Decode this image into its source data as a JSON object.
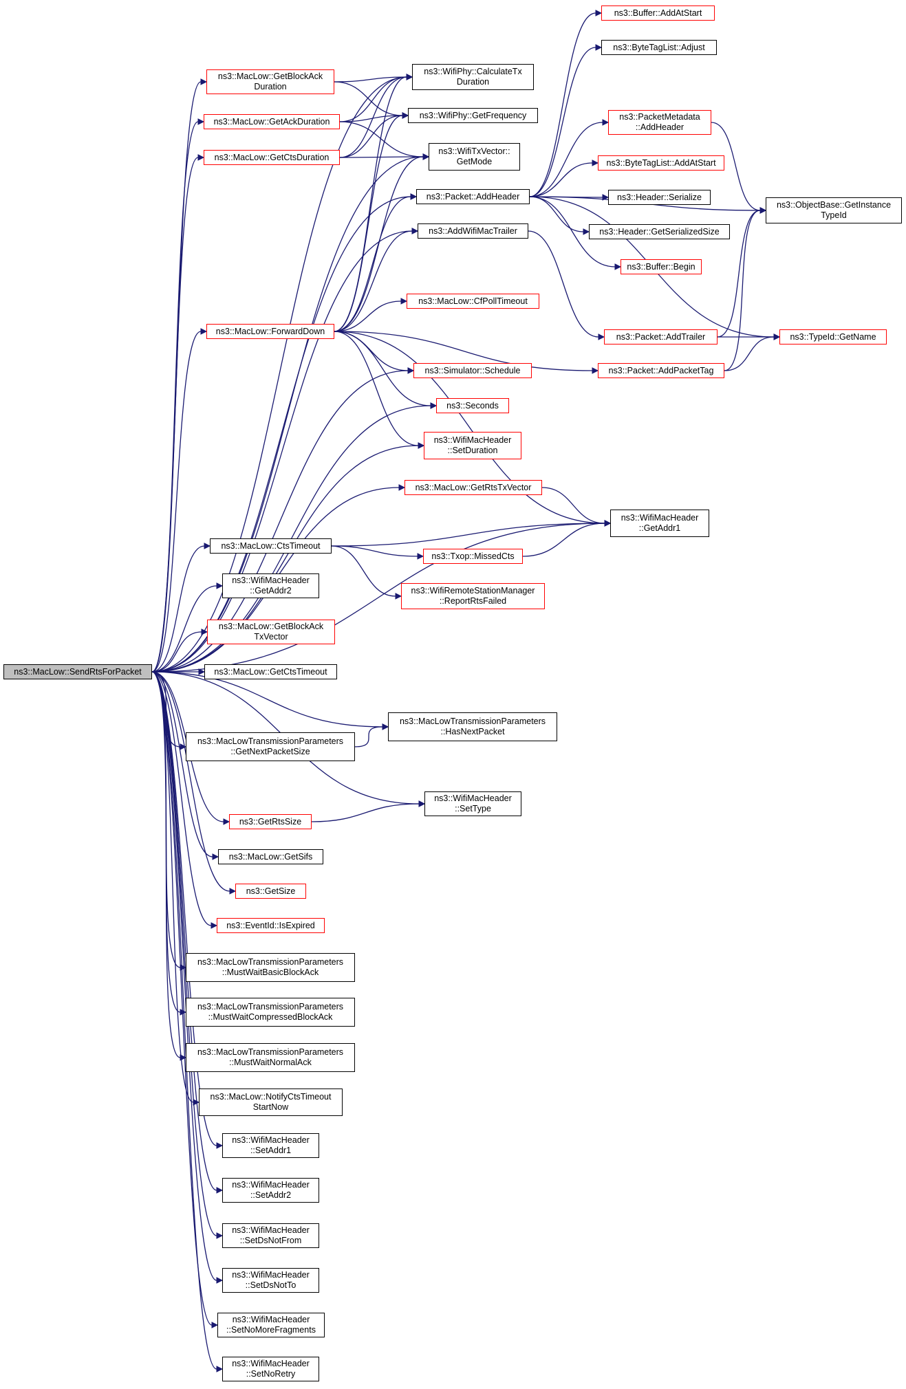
{
  "colors": {
    "edge": "#191970",
    "border_default": "#000000",
    "border_red": "#ff0000",
    "root_fill": "#bfbfbf"
  },
  "nodes": [
    {
      "id": "root",
      "lines": [
        "ns3::MacLow::SendRtsForPacket"
      ],
      "border": "black",
      "root": true
    },
    {
      "id": "getBlockAckDuration",
      "lines": [
        "ns3::MacLow::GetBlockAck",
        "Duration"
      ],
      "border": "red"
    },
    {
      "id": "getAckDuration",
      "lines": [
        "ns3::MacLow::GetAckDuration"
      ],
      "border": "red"
    },
    {
      "id": "getCtsDuration",
      "lines": [
        "ns3::MacLow::GetCtsDuration"
      ],
      "border": "red"
    },
    {
      "id": "forwardDown",
      "lines": [
        "ns3::MacLow::ForwardDown"
      ],
      "border": "red"
    },
    {
      "id": "ctsTimeout",
      "lines": [
        "ns3::MacLow::CtsTimeout"
      ],
      "border": "black"
    },
    {
      "id": "getAddr2",
      "lines": [
        "ns3::WifiMacHeader",
        "::GetAddr2"
      ],
      "border": "black"
    },
    {
      "id": "getBlockAckTxVector",
      "lines": [
        "ns3::MacLow::GetBlockAck",
        "TxVector"
      ],
      "border": "red"
    },
    {
      "id": "getCtsTimeout",
      "lines": [
        "ns3::MacLow::GetCtsTimeout"
      ],
      "border": "black"
    },
    {
      "id": "getNextPacketSize",
      "lines": [
        "ns3::MacLowTransmissionParameters",
        "::GetNextPacketSize"
      ],
      "border": "black"
    },
    {
      "id": "getRtsSize",
      "lines": [
        "ns3::GetRtsSize"
      ],
      "border": "red"
    },
    {
      "id": "getSifs",
      "lines": [
        "ns3::MacLow::GetSifs"
      ],
      "border": "black"
    },
    {
      "id": "getSize",
      "lines": [
        "ns3::GetSize"
      ],
      "border": "red"
    },
    {
      "id": "isExpired",
      "lines": [
        "ns3::EventId::IsExpired"
      ],
      "border": "red"
    },
    {
      "id": "mustWaitBasic",
      "lines": [
        "ns3::MacLowTransmissionParameters",
        "::MustWaitBasicBlockAck"
      ],
      "border": "black"
    },
    {
      "id": "mustWaitCompressed",
      "lines": [
        "ns3::MacLowTransmissionParameters",
        "::MustWaitCompressedBlockAck"
      ],
      "border": "black"
    },
    {
      "id": "mustWaitNormal",
      "lines": [
        "ns3::MacLowTransmissionParameters",
        "::MustWaitNormalAck"
      ],
      "border": "black"
    },
    {
      "id": "notifyCtsTimeout",
      "lines": [
        "ns3::MacLow::NotifyCtsTimeout",
        "StartNow"
      ],
      "border": "black"
    },
    {
      "id": "setAddr1",
      "lines": [
        "ns3::WifiMacHeader",
        "::SetAddr1"
      ],
      "border": "black"
    },
    {
      "id": "setAddr2",
      "lines": [
        "ns3::WifiMacHeader",
        "::SetAddr2"
      ],
      "border": "black"
    },
    {
      "id": "setDsNotFrom",
      "lines": [
        "ns3::WifiMacHeader",
        "::SetDsNotFrom"
      ],
      "border": "black"
    },
    {
      "id": "setDsNotTo",
      "lines": [
        "ns3::WifiMacHeader",
        "::SetDsNotTo"
      ],
      "border": "black"
    },
    {
      "id": "setNoMoreFragments",
      "lines": [
        "ns3::WifiMacHeader",
        "::SetNoMoreFragments"
      ],
      "border": "black"
    },
    {
      "id": "setNoRetry",
      "lines": [
        "ns3::WifiMacHeader",
        "::SetNoRetry"
      ],
      "border": "black"
    },
    {
      "id": "calcTxDuration",
      "lines": [
        "ns3::WifiPhy::CalculateTx",
        "Duration"
      ],
      "border": "black"
    },
    {
      "id": "getFrequency",
      "lines": [
        "ns3::WifiPhy::GetFrequency"
      ],
      "border": "black"
    },
    {
      "id": "getMode",
      "lines": [
        "ns3::WifiTxVector::",
        "GetMode"
      ],
      "border": "black"
    },
    {
      "id": "addHeader",
      "lines": [
        "ns3::Packet::AddHeader"
      ],
      "border": "black"
    },
    {
      "id": "addWifiMacTrailer",
      "lines": [
        "ns3::AddWifiMacTrailer"
      ],
      "border": "black"
    },
    {
      "id": "cfPollTimeout",
      "lines": [
        "ns3::MacLow::CfPollTimeout"
      ],
      "border": "red"
    },
    {
      "id": "schedule",
      "lines": [
        "ns3::Simulator::Schedule"
      ],
      "border": "red"
    },
    {
      "id": "seconds",
      "lines": [
        "ns3::Seconds"
      ],
      "border": "red"
    },
    {
      "id": "setDuration",
      "lines": [
        "ns3::WifiMacHeader",
        "::SetDuration"
      ],
      "border": "red"
    },
    {
      "id": "getRtsTxVector",
      "lines": [
        "ns3::MacLow::GetRtsTxVector"
      ],
      "border": "red"
    },
    {
      "id": "missedCts",
      "lines": [
        "ns3::Txop::MissedCts"
      ],
      "border": "red"
    },
    {
      "id": "reportRtsFailed",
      "lines": [
        "ns3::WifiRemoteStationManager",
        "::ReportRtsFailed"
      ],
      "border": "red"
    },
    {
      "id": "hasNextPacket",
      "lines": [
        "ns3::MacLowTransmissionParameters",
        "::HasNextPacket"
      ],
      "border": "black"
    },
    {
      "id": "setType",
      "lines": [
        "ns3::WifiMacHeader",
        "::SetType"
      ],
      "border": "black"
    },
    {
      "id": "bufAddAtStart",
      "lines": [
        "ns3::Buffer::AddAtStart"
      ],
      "border": "red"
    },
    {
      "id": "btlAdjust",
      "lines": [
        "ns3::ByteTagList::Adjust"
      ],
      "border": "black"
    },
    {
      "id": "pmAddHeader",
      "lines": [
        "ns3::PacketMetadata",
        "::AddHeader"
      ],
      "border": "red"
    },
    {
      "id": "btlAddAtStart",
      "lines": [
        "ns3::ByteTagList::AddAtStart"
      ],
      "border": "red"
    },
    {
      "id": "hdrSerialize",
      "lines": [
        "ns3::Header::Serialize"
      ],
      "border": "black"
    },
    {
      "id": "hdrSerializedSize",
      "lines": [
        "ns3::Header::GetSerializedSize"
      ],
      "border": "black"
    },
    {
      "id": "bufBegin",
      "lines": [
        "ns3::Buffer::Begin"
      ],
      "border": "red"
    },
    {
      "id": "addTrailer",
      "lines": [
        "ns3::Packet::AddTrailer"
      ],
      "border": "red"
    },
    {
      "id": "addPacketTag",
      "lines": [
        "ns3::Packet::AddPacketTag"
      ],
      "border": "red"
    },
    {
      "id": "getAddr1",
      "lines": [
        "ns3::WifiMacHeader",
        "::GetAddr1"
      ],
      "border": "black"
    },
    {
      "id": "getInstanceTypeId",
      "lines": [
        "ns3::ObjectBase::GetInstance",
        "TypeId"
      ],
      "border": "black"
    },
    {
      "id": "typeIdGetName",
      "lines": [
        "ns3::TypeId::GetName"
      ],
      "border": "red"
    }
  ],
  "edges": [
    [
      "root",
      "getBlockAckDuration"
    ],
    [
      "root",
      "getAckDuration"
    ],
    [
      "root",
      "getCtsDuration"
    ],
    [
      "root",
      "forwardDown"
    ],
    [
      "root",
      "ctsTimeout"
    ],
    [
      "root",
      "getAddr2"
    ],
    [
      "root",
      "getBlockAckTxVector"
    ],
    [
      "root",
      "getCtsTimeout"
    ],
    [
      "root",
      "getNextPacketSize"
    ],
    [
      "root",
      "getRtsSize"
    ],
    [
      "root",
      "getSifs"
    ],
    [
      "root",
      "getSize"
    ],
    [
      "root",
      "isExpired"
    ],
    [
      "root",
      "mustWaitBasic"
    ],
    [
      "root",
      "mustWaitCompressed"
    ],
    [
      "root",
      "mustWaitNormal"
    ],
    [
      "root",
      "notifyCtsTimeout"
    ],
    [
      "root",
      "setAddr1"
    ],
    [
      "root",
      "setAddr2"
    ],
    [
      "root",
      "setDsNotFrom"
    ],
    [
      "root",
      "setDsNotTo"
    ],
    [
      "root",
      "setNoMoreFragments"
    ],
    [
      "root",
      "setNoRetry"
    ],
    [
      "root",
      "calcTxDuration"
    ],
    [
      "root",
      "getMode"
    ],
    [
      "root",
      "addHeader"
    ],
    [
      "root",
      "addWifiMacTrailer"
    ],
    [
      "root",
      "schedule"
    ],
    [
      "root",
      "seconds"
    ],
    [
      "root",
      "setDuration"
    ],
    [
      "root",
      "getRtsTxVector"
    ],
    [
      "root",
      "getAddr1"
    ],
    [
      "root",
      "hasNextPacket"
    ],
    [
      "root",
      "setType"
    ],
    [
      "getBlockAckDuration",
      "calcTxDuration"
    ],
    [
      "getBlockAckDuration",
      "getFrequency"
    ],
    [
      "getAckDuration",
      "calcTxDuration"
    ],
    [
      "getAckDuration",
      "getFrequency"
    ],
    [
      "getAckDuration",
      "getMode"
    ],
    [
      "getCtsDuration",
      "calcTxDuration"
    ],
    [
      "getCtsDuration",
      "getFrequency"
    ],
    [
      "getCtsDuration",
      "getMode"
    ],
    [
      "forwardDown",
      "calcTxDuration"
    ],
    [
      "forwardDown",
      "getFrequency"
    ],
    [
      "forwardDown",
      "getMode"
    ],
    [
      "forwardDown",
      "addHeader"
    ],
    [
      "forwardDown",
      "addWifiMacTrailer"
    ],
    [
      "forwardDown",
      "cfPollTimeout"
    ],
    [
      "forwardDown",
      "schedule"
    ],
    [
      "forwardDown",
      "seconds"
    ],
    [
      "forwardDown",
      "setDuration"
    ],
    [
      "forwardDown",
      "getAddr1"
    ],
    [
      "forwardDown",
      "addPacketTag"
    ],
    [
      "ctsTimeout",
      "missedCts"
    ],
    [
      "ctsTimeout",
      "reportRtsFailed"
    ],
    [
      "ctsTimeout",
      "getAddr1"
    ],
    [
      "getRtsTxVector",
      "getAddr1"
    ],
    [
      "missedCts",
      "getAddr1"
    ],
    [
      "getNextPacketSize",
      "hasNextPacket"
    ],
    [
      "getRtsSize",
      "setType"
    ],
    [
      "addHeader",
      "bufAddAtStart"
    ],
    [
      "addHeader",
      "btlAdjust"
    ],
    [
      "addHeader",
      "pmAddHeader"
    ],
    [
      "addHeader",
      "btlAddAtStart"
    ],
    [
      "addHeader",
      "hdrSerialize"
    ],
    [
      "addHeader",
      "hdrSerializedSize"
    ],
    [
      "addHeader",
      "bufBegin"
    ],
    [
      "addHeader",
      "getInstanceTypeId"
    ],
    [
      "addHeader",
      "typeIdGetName"
    ],
    [
      "addWifiMacTrailer",
      "addTrailer"
    ],
    [
      "pmAddHeader",
      "getInstanceTypeId"
    ],
    [
      "addTrailer",
      "getInstanceTypeId"
    ],
    [
      "addTrailer",
      "typeIdGetName"
    ],
    [
      "addPacketTag",
      "getInstanceTypeId"
    ],
    [
      "addPacketTag",
      "typeIdGetName"
    ]
  ]
}
